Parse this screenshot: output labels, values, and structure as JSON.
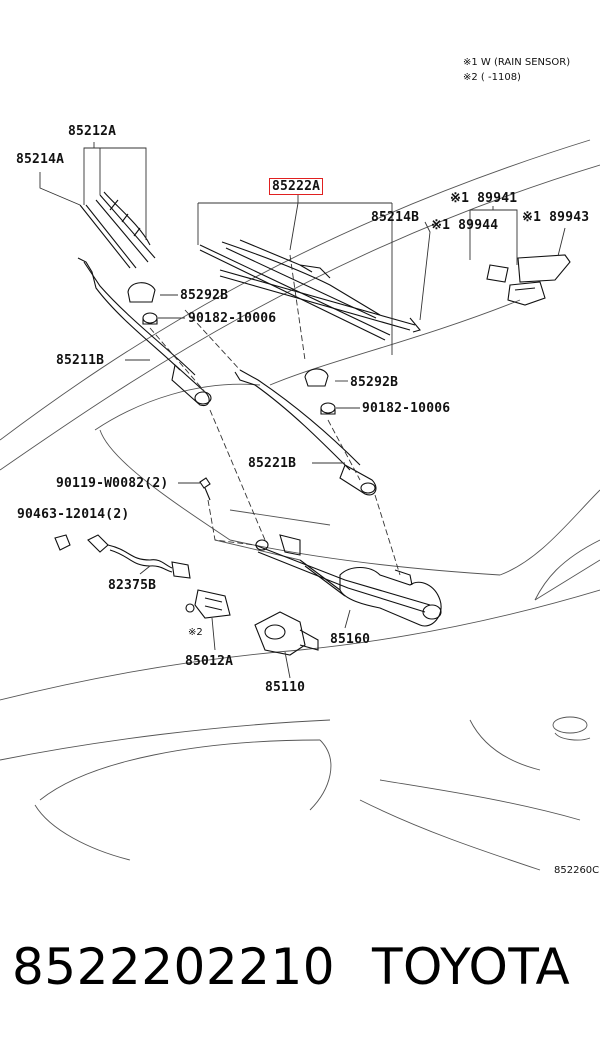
{
  "notes": {
    "note1": "※1 W (RAIN  SENSOR)",
    "note2": "※2 (        -1108)"
  },
  "labels": {
    "l85212A": "85212A",
    "l85214A": "85214A",
    "l85222A": "85222A",
    "l85214B": "85214B",
    "l89941": "※1 89941",
    "l89944": "※1 89944",
    "l89943": "※1 89943",
    "l85292B_1": "85292B",
    "l90182_1": "90182-10006",
    "l85211B": "85211B",
    "l85292B_2": "85292B",
    "l90182_2": "90182-10006",
    "l85221B": "85221B",
    "l90119": "90119-W0082(2)",
    "l90463": "90463-12014(2)",
    "l82375B": "82375B",
    "l85160": "85160",
    "lx2": "※2",
    "l85012A": "85012A",
    "l85110": "85110"
  },
  "diagram_code": "852260C",
  "footer": {
    "part_number": "8522202210",
    "brand": "TOYOTA"
  },
  "highlight_color": "#e02020"
}
